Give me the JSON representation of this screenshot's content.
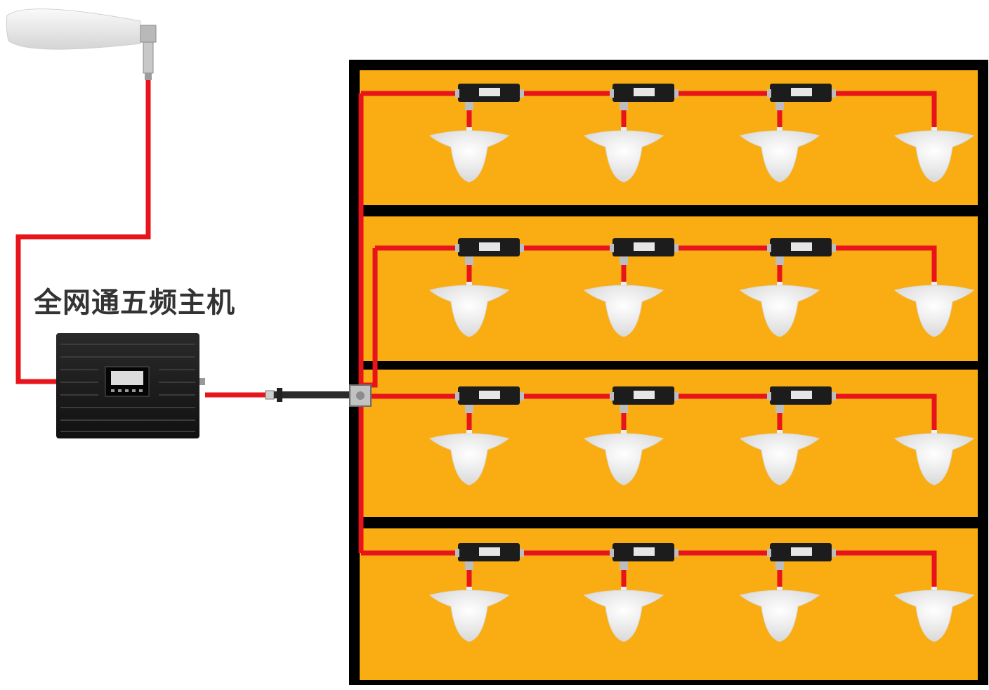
{
  "host_label": "全网通五频主机",
  "floors": [
    {
      "splitters": 3,
      "ceiling_antennas": 4
    },
    {
      "splitters": 3,
      "ceiling_antennas": 4
    },
    {
      "splitters": 3,
      "ceiling_antennas": 4
    },
    {
      "splitters": 3,
      "ceiling_antennas": 4
    }
  ],
  "colors": {
    "floor_fill": "#f9ad12",
    "frame": "#000000",
    "cable": "#e8141b",
    "device_body": "#1c1c1c",
    "antenna": "#f2f2f2"
  }
}
